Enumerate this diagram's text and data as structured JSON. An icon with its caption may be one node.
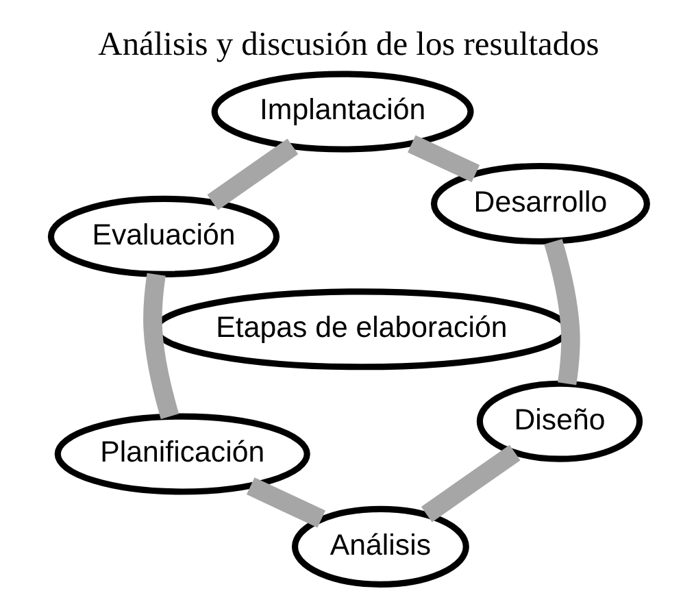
{
  "diagram": {
    "title": "Análisis y discusión de los resultados",
    "nodes": [
      {
        "text": [
          "Etapas de elaboración"
        ]
      },
      {
        "text": [
          "Planificación"
        ]
      },
      {
        "text": [
          "Análisis"
        ]
      },
      {
        "text": [
          "Diseño"
        ]
      },
      {
        "text": [
          "Desarrollo"
        ]
      },
      {
        "text": [
          "Implantación"
        ]
      },
      {
        "text": [
          "Evaluación"
        ]
      }
    ],
    "edges": [
      {
        "from": 1,
        "to": 2,
        "arrow": "none"
      },
      {
        "from": 2,
        "to": 3,
        "arrow": "none"
      },
      {
        "from": 3,
        "to": 4,
        "arrow": "none"
      },
      {
        "from": 4,
        "to": 5,
        "arrow": "none"
      },
      {
        "from": 5,
        "to": 6,
        "arrow": "none"
      },
      {
        "from": 6,
        "to": 1,
        "arrow": "none"
      }
    ]
  }
}
